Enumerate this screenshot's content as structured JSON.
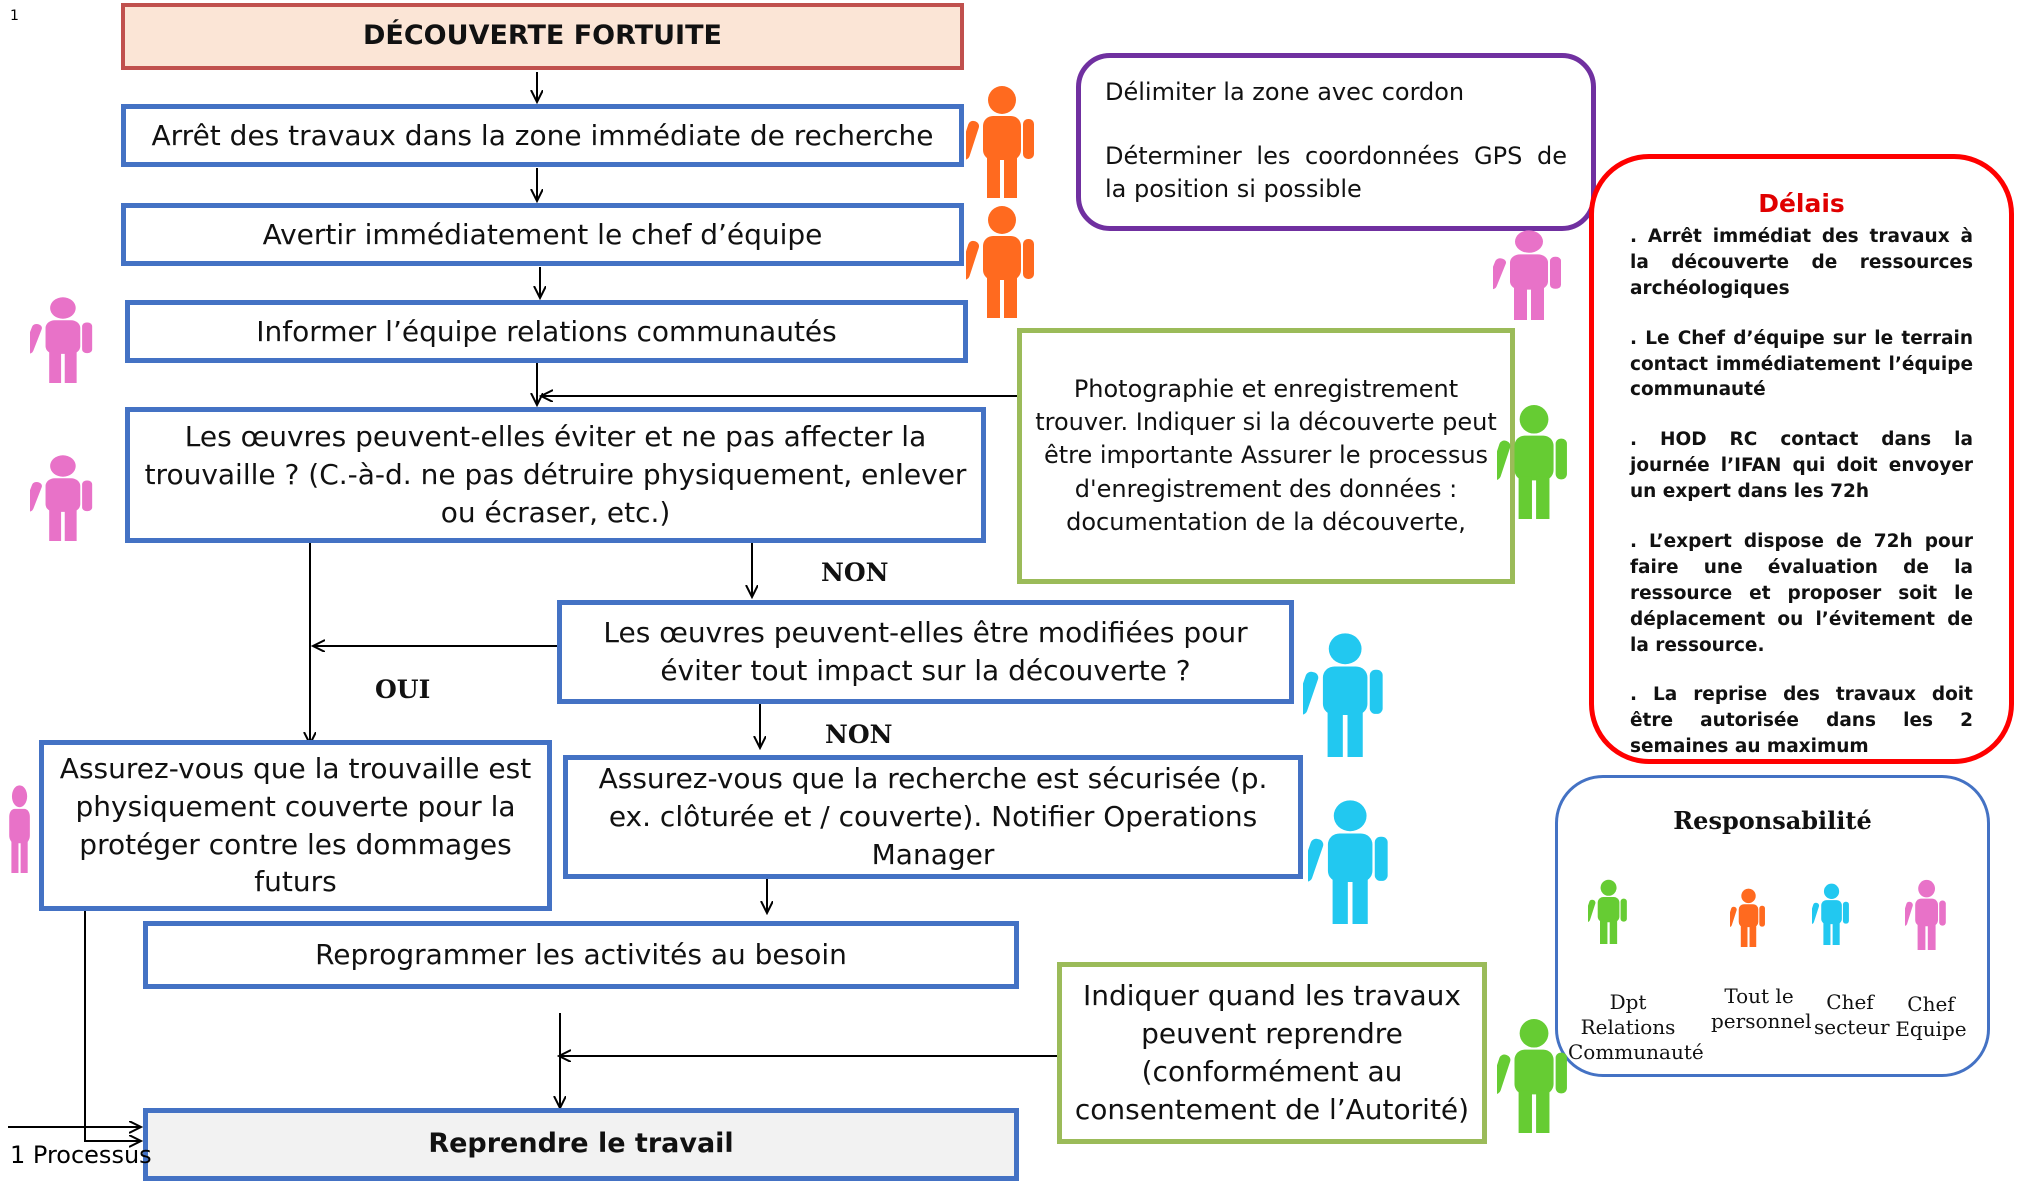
{
  "footnote_marker": "1",
  "footnote_text": "1 Processus",
  "flow": {
    "title": "DÉCOUVERTE FORTUITE",
    "step1": "Arrêt des travaux dans la zone immédiate de recherche",
    "step2": "Avertir immédiatement le chef d’équipe",
    "step3": "Informer l’équipe relations communautés",
    "question1": "Les œuvres peuvent-elles éviter et ne pas affecter la trouvaille ? (C.-à-d. ne pas détruire physiquement, enlever ou écraser, etc.)",
    "question2": "Les œuvres peuvent-elles être modifiées pour éviter tout impact sur la découverte ?",
    "protect": "Assurez-vous que la trouvaille est physiquement couverte pour la protéger contre les dommages futurs",
    "secure": "Assurez-vous que la recherche est sécurisée (p. ex. clôturée et / couverte). Notifier Operations Manager",
    "reschedule": "Reprogrammer les activités au besoin",
    "resume": "Reprendre le travail"
  },
  "labels": {
    "non1": "NON",
    "non2": "NON",
    "oui": "OUI"
  },
  "side": {
    "delimit_line1": "Délimiter la zone avec cordon",
    "delimit_line2": "Déterminer les coordonnées GPS de la position si possible",
    "photo_text": "Photographie et enregistrement trouver. Indiquer si la découverte peut être importante Assurer le processus d'enregistrement des données : documentation de la découverte,",
    "indicate_text": "Indiquer quand les travaux peuvent reprendre (conformément au consentement de l’Autorité)"
  },
  "delais": {
    "title": "Délais",
    "items": [
      ". Arrêt immédiat des travaux à la découverte de ressources archéologiques",
      ". Le Chef d’équipe sur le terrain contact immédiatement l’équipe communauté",
      ". HOD RC contact dans la journée l’IFAN qui doit envoyer un expert dans les 72h",
      ". L’expert dispose de 72h pour faire une évaluation de la ressource et proposer soit le déplacement ou l’évitement de la ressource.",
      ". La reprise des travaux doit être autorisée dans les 2 semaines au maximum"
    ]
  },
  "responsabilite": {
    "title": "Responsabilité",
    "roles": [
      {
        "label": "Dpt Relations Communauté",
        "color": "#66CC33"
      },
      {
        "label": "Tout le personnel",
        "color": "#FF6A1F"
      },
      {
        "label": "Chef secteur",
        "color": "#22C8F0"
      },
      {
        "label": "Chef Equipe",
        "color": "#E872C8"
      }
    ]
  },
  "colors": {
    "orange": "#FF6A1F",
    "pink": "#E872C8",
    "green": "#66CC33",
    "cyan": "#22C8F0",
    "box_blue": "#4472C4",
    "box_green": "#9BBB59",
    "box_red": "#C0504D",
    "purple": "#7030A0",
    "red": "#FF0000"
  }
}
